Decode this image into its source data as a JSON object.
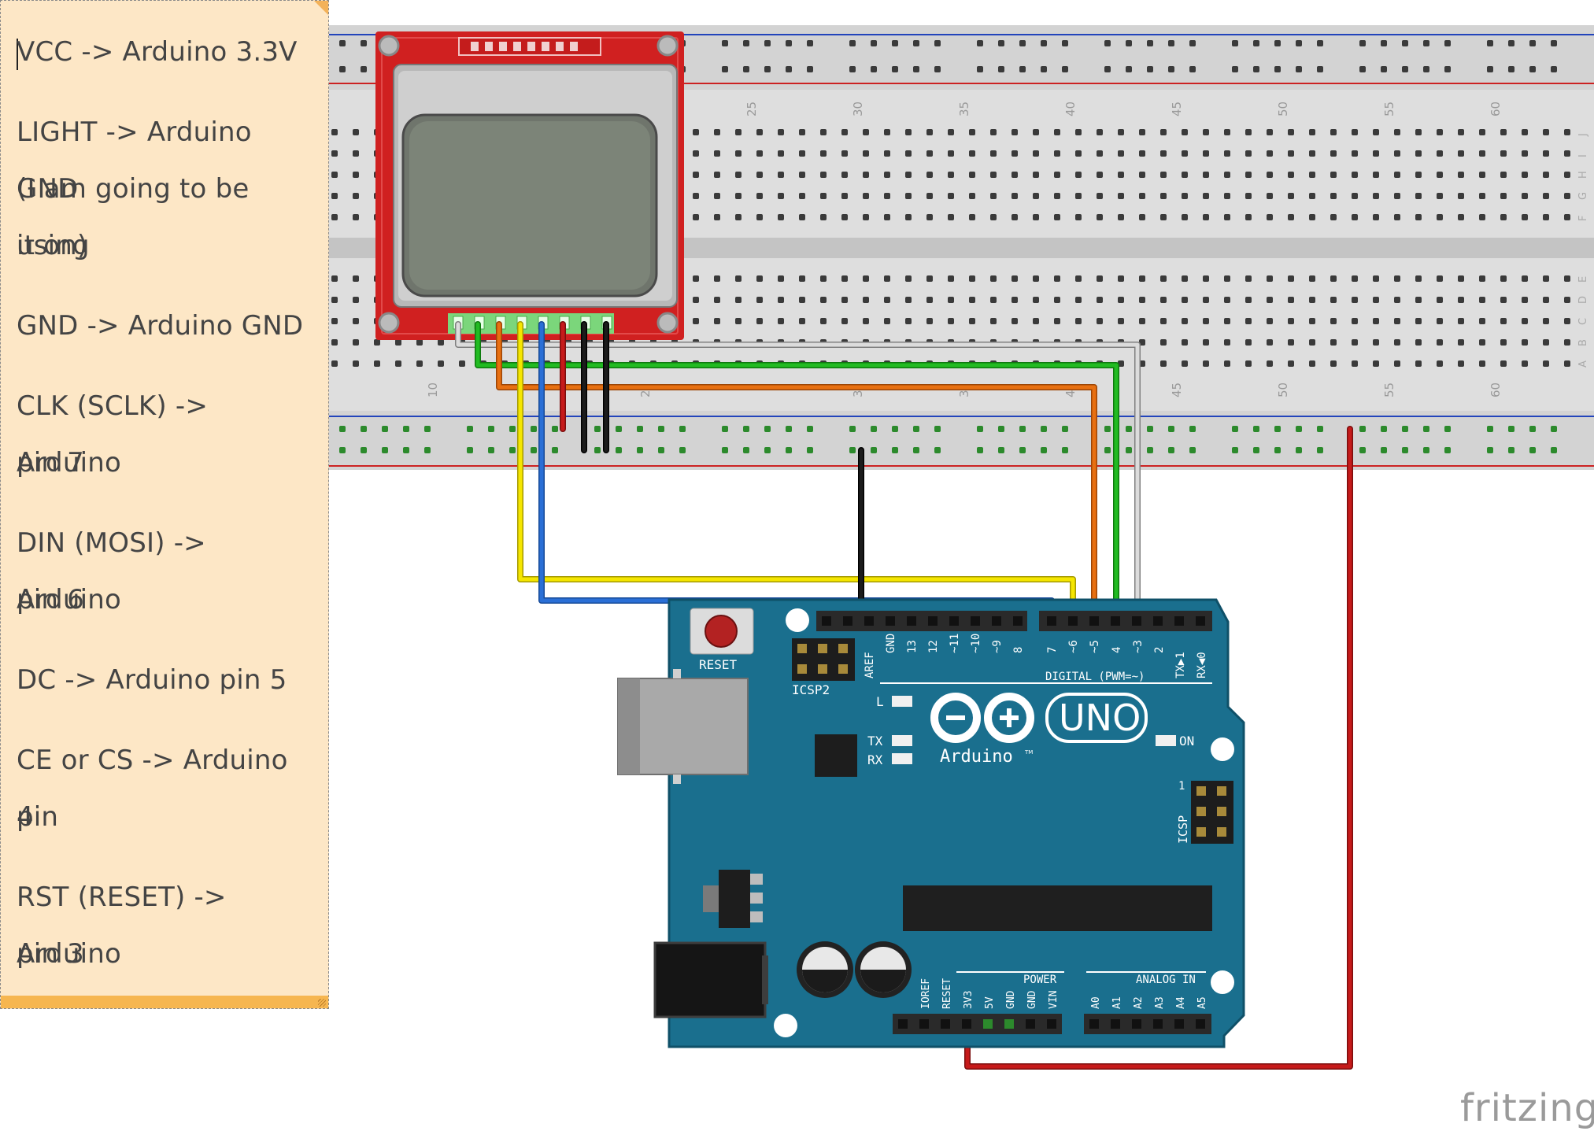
{
  "note": {
    "lines": [
      "VCC -> Arduino 3.3V",
      "LIGHT -> Arduino GND",
      "(I am going to be using",
      "it on)",
      "GND -> Arduino GND",
      "CLK (SCLK) -> Arduino",
      "pin 7",
      "DIN (MOSI) -> Arduino",
      "pin 6",
      "DC -> Arduino pin 5",
      "CE or CS -> Arduino pin",
      "4",
      "RST (RESET) -> Arduino",
      "pin 3"
    ]
  },
  "breadboard": {
    "column_numbers_top": [
      "25",
      "30",
      "35",
      "40",
      "45",
      "50",
      "55",
      "60"
    ],
    "column_numbers_bottom": [
      "10",
      "2",
      "3",
      "3",
      "4",
      "45",
      "50",
      "55",
      "60"
    ],
    "row_letters_top": [
      "J",
      "I",
      "H",
      "G",
      "F"
    ],
    "row_letters_bottom": [
      "E",
      "D",
      "C",
      "B",
      "A"
    ]
  },
  "arduino": {
    "reset_label": "RESET",
    "icsp2_label": "ICSP2",
    "icsp_label": "ICSP",
    "digital_label": "DIGITAL (PWM=~)",
    "digital_pins": [
      "AREF",
      "GND",
      "13",
      "12",
      "~11",
      "~10",
      "~9",
      "8",
      "7",
      "~6",
      "~5",
      "4",
      "~3",
      "2",
      "TX▶1",
      "RX◀0"
    ],
    "l_label": "L",
    "tx_label": "TX",
    "rx_label": "RX",
    "on_label": "ON",
    "brand": "Arduino",
    "brand_tm": "TM",
    "model": "UNO",
    "icsp_pin1": "1",
    "power_label": "POWER",
    "power_pins": [
      "IOREF",
      "RESET",
      "3V3",
      "5V",
      "GND",
      "GND",
      "VIN"
    ],
    "analog_label": "ANALOG IN",
    "analog_pins": [
      "A0",
      "A1",
      "A2",
      "A3",
      "A4",
      "A5"
    ]
  },
  "wire_colors": {
    "white": "#cfcfcf",
    "green": "#22bb22",
    "orange": "#e87011",
    "yellow": "#f5e600",
    "blue": "#2a6fd6",
    "red": "#c61a1a",
    "black": "#151515",
    "board": "#1a6f8e",
    "lcd_pcb": "#d02020"
  },
  "logo": "fritzing"
}
